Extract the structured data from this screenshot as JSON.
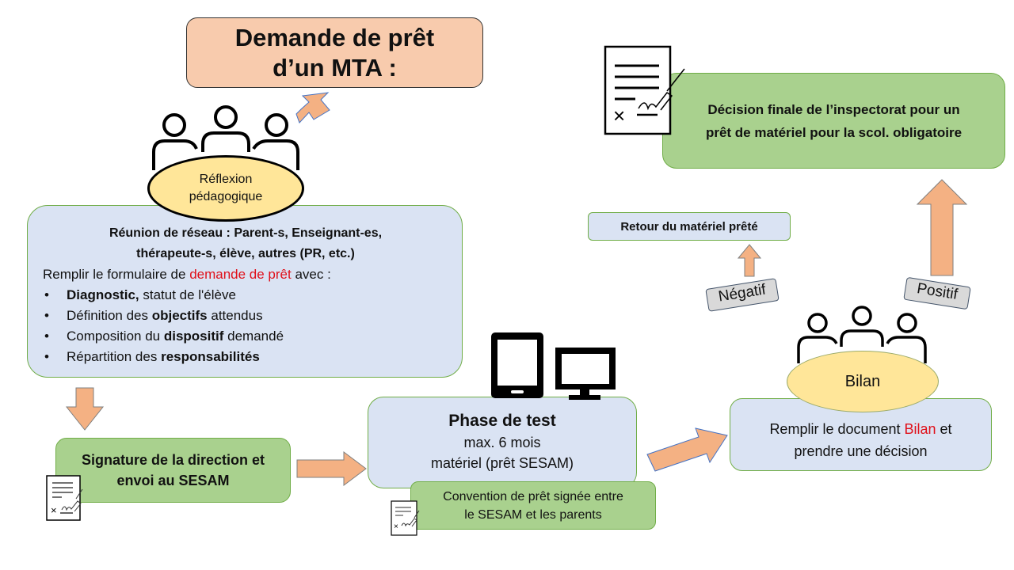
{
  "title_box": {
    "line1": "Demande de prêt",
    "line2": "d’un MTA :"
  },
  "reflexion": {
    "line1": "Réflexion",
    "line2": "pédagogique"
  },
  "reunion": {
    "heading_line1": "Réunion de réseau : Parent-s, Enseignant-es,",
    "heading_line2": "thérapeute-s, élève, autres (PR, etc.)",
    "intro_pre": "Remplir le formulaire de ",
    "intro_red": "demande de prêt",
    "intro_post": " avec :",
    "bullets": [
      {
        "bold": "Diagnostic,",
        "pre": "",
        "post": " statut de l'élève"
      },
      {
        "pre": "Définition des ",
        "bold": "objectifs",
        "post": " attendus"
      },
      {
        "pre": "Composition du ",
        "bold": "dispositif",
        "post": " demandé"
      },
      {
        "pre": "Répartition des ",
        "bold": "responsabilités",
        "post": ""
      }
    ]
  },
  "signature": {
    "line1": "Signature de la direction et",
    "line2": "envoi au SESAM"
  },
  "phase_test": {
    "title": "Phase de test",
    "line1": "max. 6 mois",
    "line2": "matériel (prêt SESAM)"
  },
  "convention": {
    "line1": "Convention de prêt signée entre",
    "line2": "le SESAM et les parents"
  },
  "bilan_ellipse": {
    "label": "Bilan"
  },
  "bilan_box": {
    "pre": "Remplir le document ",
    "red": "Bilan",
    "post": " et",
    "line2": "prendre une décision"
  },
  "retour": {
    "label": "Retour du matériel prêté"
  },
  "negatif": {
    "label": "Négatif"
  },
  "positif": {
    "label": "Positif"
  },
  "decision": {
    "line1": "Décision finale de l’inspectorat pour un",
    "line2": "prêt de matériel pour la scol. obligatoire"
  },
  "colors": {
    "arrow_fill": "#f4b183",
    "arrow_stroke": "#4472c4",
    "green": "#a9d18e",
    "blue": "#dae3f3",
    "salmon": "#f8cbad",
    "yellow": "#ffe699",
    "red_text": "#e0101a"
  }
}
